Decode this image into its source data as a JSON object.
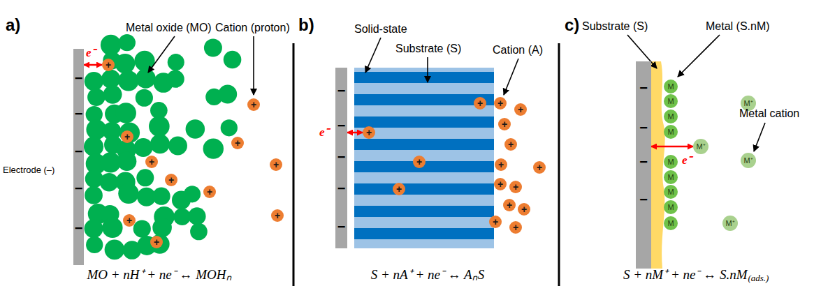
{
  "diagram": {
    "nodes": [
      {
        "text": [
          "−",
          "−",
          "−",
          "−",
          "−"
        ]
      },
      {
        "text": [
          "+"
        ]
      },
      {
        "text": [
          "+"
        ]
      },
      {
        "text": [
          "+"
        ]
      },
      {
        "text": [
          "+"
        ]
      },
      {
        "text": [
          "+"
        ]
      },
      {
        "text": [
          "+"
        ]
      },
      {
        "text": [
          "+"
        ]
      },
      {
        "text": [
          "+"
        ]
      },
      {
        "text": [
          "+"
        ]
      },
      {
        "text": [
          "+"
        ]
      },
      {
        "text": [
          "+"
        ]
      },
      {
        "text": [
          "−",
          "−",
          "−",
          "−",
          "−"
        ]
      },
      {
        "text": [
          "+"
        ]
      },
      {
        "text": [
          "+"
        ]
      },
      {
        "text": [
          "+"
        ]
      },
      {
        "text": [
          "+"
        ]
      },
      {
        "text": [
          "+"
        ]
      },
      {
        "text": [
          "+"
        ]
      },
      {
        "text": [
          "+"
        ]
      },
      {
        "text": [
          "+"
        ]
      },
      {
        "text": [
          "+"
        ]
      },
      {
        "text": [
          "+"
        ]
      },
      {
        "text": [
          "+"
        ]
      },
      {
        "text": [
          "+"
        ]
      },
      {
        "text": [
          "+"
        ]
      },
      {
        "text": [
          "+"
        ]
      },
      {
        "text": [
          "+"
        ]
      },
      {
        "text": [
          "+"
        ]
      },
      {
        "text": [
          "−",
          "−",
          "−",
          "−"
        ]
      },
      {
        "text": [
          "M"
        ]
      },
      {
        "text": [
          "M"
        ]
      },
      {
        "text": [
          "M"
        ]
      },
      {
        "text": [
          "M"
        ]
      },
      {
        "text": [
          "M"
        ]
      },
      {
        "text": [
          "M"
        ]
      },
      {
        "text": [
          "M"
        ]
      },
      {
        "text": [
          "M"
        ]
      },
      {
        "text": [
          "M"
        ]
      },
      {
        "text": [
          "M⁺"
        ]
      },
      {
        "text": [
          "M⁺"
        ]
      },
      {
        "text": [
          "M⁺"
        ]
      },
      {
        "text": [
          "M⁺"
        ]
      }
    ],
    "edges": [
      {
        "from": 0,
        "to": 1,
        "arrow": "both",
        "label": "e⁻"
      },
      {
        "from": 12,
        "to": 13,
        "arrow": "both",
        "label": "e⁻"
      },
      {
        "from": 29,
        "to": 39,
        "arrow": "both",
        "label": "e⁻"
      }
    ],
    "labels": [
      "a)",
      "b)",
      "c)",
      "Metal oxide (MO)",
      "Cation (proton)",
      "Electrode (–)",
      "MO + nH⁺ + ne⁻ ↔ MOHₙ",
      "Solid-state",
      "Substrate (S)",
      "Cation (A)",
      "S + nA⁺ + ne⁻ ↔ AₙS",
      "Substrate (S)",
      "Metal (S.nM)",
      "Metal cation",
      "S + nM⁺ + ne⁻ ↔ S.nM",
      "(ads.)"
    ]
  }
}
